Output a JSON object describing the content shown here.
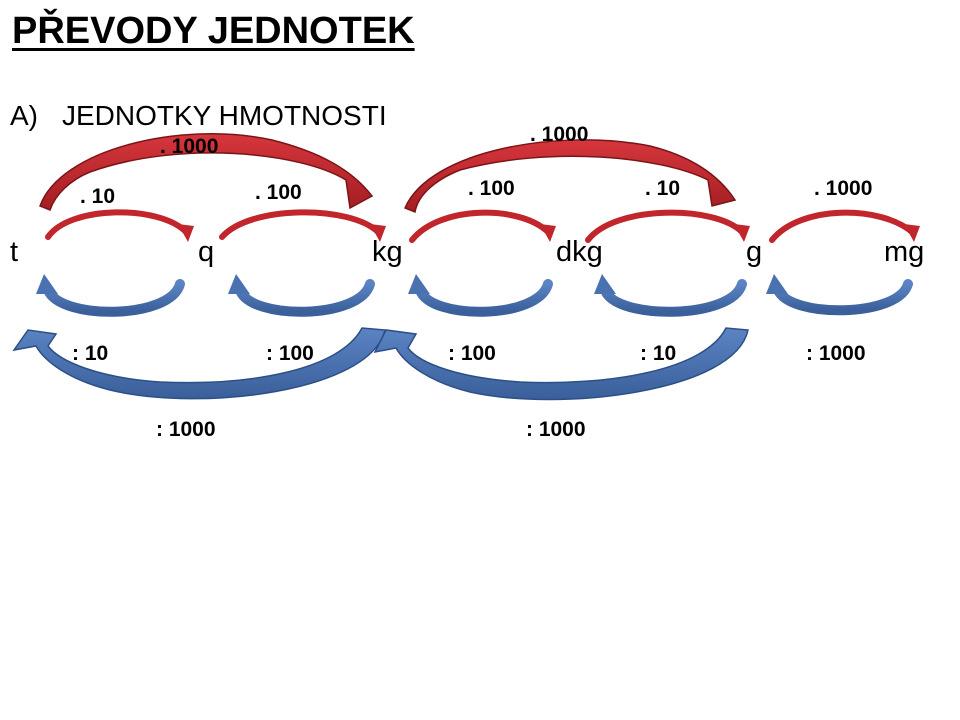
{
  "title": "PŘEVODY JEDNOTEK",
  "section": {
    "letter": "A)",
    "label": "JEDNOTKY HMOTNOSTI"
  },
  "units": [
    "t",
    "q",
    "kg",
    "dkg",
    "g",
    "mg"
  ],
  "multiply_labels": {
    "t_q": ". 10",
    "q_kg": ". 100",
    "kg_dkg": ". 100",
    "dkg_g": ". 10",
    "g_mg": ". 1000",
    "t_kg": ". 1000",
    "kg_g": ". 1000"
  },
  "divide_labels": {
    "q_t": ": 10",
    "kg_q": ": 100",
    "dkg_kg": ": 100",
    "g_dkg": ": 10",
    "mg_g": ": 1000",
    "kg_t": ": 1000",
    "g_kg": ": 1000"
  },
  "colors": {
    "red_arrow": "#c0262c",
    "red_arrow_dark": "#8b1a1e",
    "blue_arrow": "#4a72b0",
    "blue_arrow_dark": "#2c4f86"
  }
}
